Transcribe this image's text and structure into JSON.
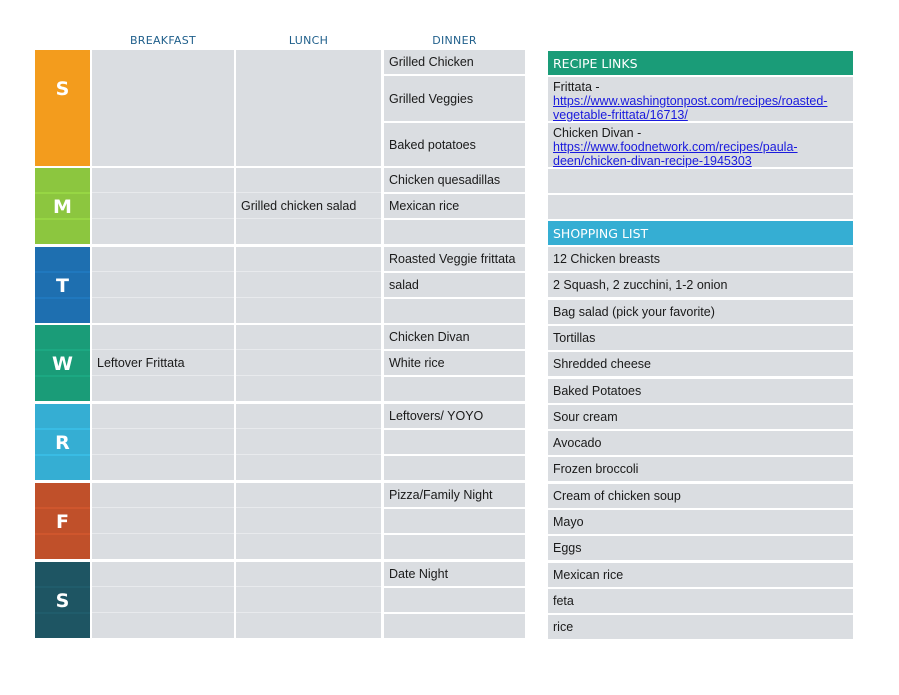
{
  "headers": {
    "breakfast": "BREAKFAST",
    "lunch": "LUNCH",
    "dinner": "DINNER"
  },
  "days": [
    {
      "letter": "S",
      "color": "#f39c1d",
      "breakfast": "",
      "lunch": "",
      "dinner": [
        "Grilled Chicken",
        "Grilled Veggies",
        "Baked potatoes"
      ]
    },
    {
      "letter": "M",
      "color": "#8cc63f",
      "breakfast": "",
      "lunch": "Grilled chicken salad",
      "dinner": [
        "Chicken quesadillas",
        "Mexican rice",
        ""
      ]
    },
    {
      "letter": "T",
      "color": "#1e6fb0",
      "breakfast": "",
      "lunch": "",
      "dinner": [
        "Roasted Veggie frittata",
        "salad",
        ""
      ]
    },
    {
      "letter": "W",
      "color": "#1a9c78",
      "breakfast": "Leftover Frittata",
      "lunch": "",
      "dinner": [
        "Chicken Divan",
        "White rice",
        ""
      ]
    },
    {
      "letter": "R",
      "color": "#35aed3",
      "breakfast": "",
      "lunch": "",
      "dinner": [
        "Leftovers/ YOYO",
        "",
        ""
      ]
    },
    {
      "letter": "F",
      "color": "#c0502a",
      "breakfast": "",
      "lunch": "",
      "dinner": [
        "Pizza/Family Night",
        "",
        ""
      ]
    },
    {
      "letter": "S",
      "color": "#1e5563",
      "breakfast": "",
      "lunch": "",
      "dinner": [
        "Date Night",
        "",
        ""
      ]
    }
  ],
  "recipe_links": {
    "title": "RECIPE LINKS",
    "header_color": "#1a9c78",
    "items": [
      {
        "label": "Frittata -",
        "url_line1": "https://www.washingtonpost.com/recipes/roasted-",
        "url_line2": "vegetable-frittata/16713/"
      },
      {
        "label": "Chicken Divan -",
        "url_line1": "https://www.foodnetwork.com/recipes/paula-",
        "url_line2": "deen/chicken-divan-recipe-1945303"
      }
    ]
  },
  "shopping_list": {
    "title": "SHOPPING LIST",
    "header_color": "#35aed3",
    "items": [
      "12 Chicken breasts",
      "2 Squash, 2 zucchini, 1-2 onion",
      "Bag salad (pick your favorite)",
      "Tortillas",
      "Shredded cheese",
      "Baked Potatoes",
      "Sour cream",
      "Avocado",
      "Frozen broccoli",
      "Cream of chicken soup",
      "Mayo",
      "Eggs",
      "Mexican rice",
      "feta",
      "rice"
    ]
  }
}
